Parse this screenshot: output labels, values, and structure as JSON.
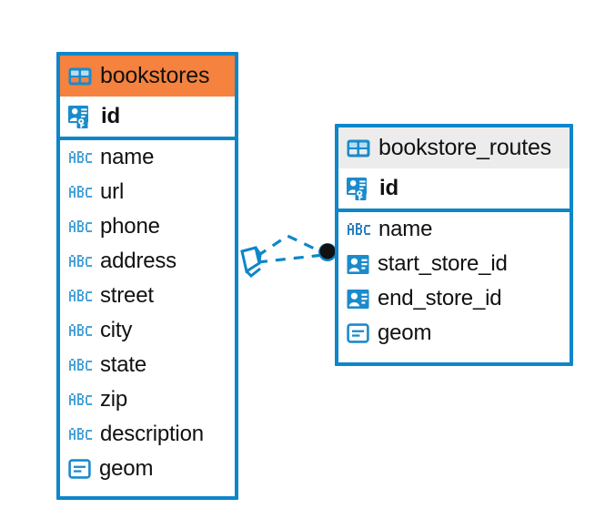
{
  "diagram": {
    "kind": "entity-relationship-diagram",
    "background": "#ffffff",
    "colors": {
      "border_blue": "#0e86ca",
      "icon_blue": "#1a8bcb",
      "accent_orange": "#f5823e",
      "neutral_header": "#ececec",
      "text": "#111111",
      "relation_line": "#0e86ca",
      "relation_endpoint": "#111111"
    },
    "entities": [
      {
        "id": "bookstores",
        "name": "bookstores",
        "header_style": "accent",
        "header_icon": "table-icon",
        "fields": [
          {
            "name": "id",
            "icon": "primary-key-icon",
            "bold": true,
            "kind": "pk"
          },
          {
            "name": "name",
            "icon": "abc-text-icon",
            "bold": false,
            "kind": "text"
          },
          {
            "name": "url",
            "icon": "abc-text-icon",
            "bold": false,
            "kind": "text"
          },
          {
            "name": "phone",
            "icon": "abc-text-icon",
            "bold": false,
            "kind": "text"
          },
          {
            "name": "address",
            "icon": "abc-text-icon",
            "bold": false,
            "kind": "text"
          },
          {
            "name": "street",
            "icon": "abc-text-icon",
            "bold": false,
            "kind": "text"
          },
          {
            "name": "city",
            "icon": "abc-text-icon",
            "bold": false,
            "kind": "text"
          },
          {
            "name": "state",
            "icon": "abc-text-icon",
            "bold": false,
            "kind": "text"
          },
          {
            "name": "zip",
            "icon": "abc-text-icon",
            "bold": false,
            "kind": "text"
          },
          {
            "name": "description",
            "icon": "abc-text-icon",
            "bold": false,
            "kind": "text"
          },
          {
            "name": "geom",
            "icon": "geometry-icon",
            "bold": false,
            "kind": "geometry"
          }
        ]
      },
      {
        "id": "bookstore_routes",
        "name": "bookstore_routes",
        "header_style": "neutral",
        "header_icon": "table-icon",
        "fields": [
          {
            "name": "id",
            "icon": "primary-key-icon",
            "bold": true,
            "kind": "pk"
          },
          {
            "name": "name",
            "icon": "abc-text-icon",
            "bold": false,
            "kind": "text"
          },
          {
            "name": "start_store_id",
            "icon": "foreign-key-icon",
            "bold": false,
            "kind": "fk"
          },
          {
            "name": "end_store_id",
            "icon": "foreign-key-icon",
            "bold": false,
            "kind": "fk"
          },
          {
            "name": "geom",
            "icon": "geometry-icon",
            "bold": false,
            "kind": "geometry"
          }
        ]
      }
    ],
    "relationship": {
      "from_entity": "bookstores",
      "to_entity": "bookstore_routes",
      "line_style": "dashed",
      "source_marker": "diamond-shape-marker",
      "target_marker": "filled-circle-marker"
    }
  }
}
